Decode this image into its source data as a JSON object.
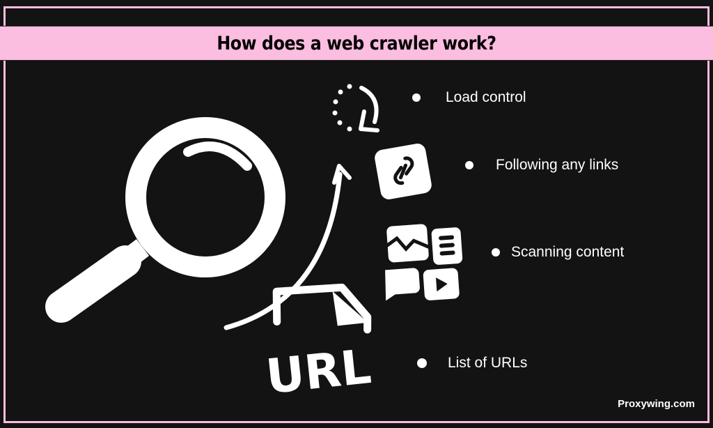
{
  "title": "How does a web crawler work?",
  "items": [
    {
      "label": "Load control",
      "icon": "reload-icon"
    },
    {
      "label": "Following any links",
      "icon": "link-icon"
    },
    {
      "label": "Scanning content",
      "icon": "content-grid-icon"
    },
    {
      "label": "List of URLs",
      "icon": "url-document-icon"
    }
  ],
  "url_text": "URL",
  "brand": "Proxywing.com",
  "colors": {
    "background": "#131313",
    "accent": "#fbbde0",
    "foreground": "#ffffff"
  }
}
